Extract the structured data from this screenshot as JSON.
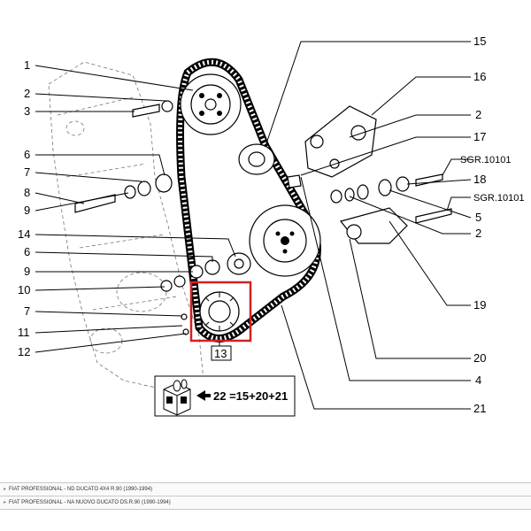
{
  "diagram": {
    "callouts": {
      "c1": "1",
      "c2a": "2",
      "c3": "3",
      "c6a": "6",
      "c7a": "7",
      "c8": "8",
      "c9a": "9",
      "c14": "14",
      "c6b": "6",
      "c9b": "9",
      "c10": "10",
      "c7b": "7",
      "c11": "11",
      "c12": "12",
      "c13": "13",
      "c15": "15",
      "c16": "16",
      "c2b": "2",
      "c17": "17",
      "sgr1": "SGR.10101",
      "c18": "18",
      "sgr2": "SGR.10101",
      "c5": "5",
      "c2c": "2",
      "c19": "19",
      "c20": "20",
      "c4": "4",
      "c21": "21"
    },
    "kit_formula": "22 =15+20+21",
    "highlight_color": "#d42020"
  },
  "applications": [
    "FIAT PROFESSIONAL - ND DUCATO 4X4 R.90 (1990-1994)",
    "FIAT PROFESSIONAL - NA NUOVO DUCATO DS.R.90 (1990-1994)"
  ]
}
